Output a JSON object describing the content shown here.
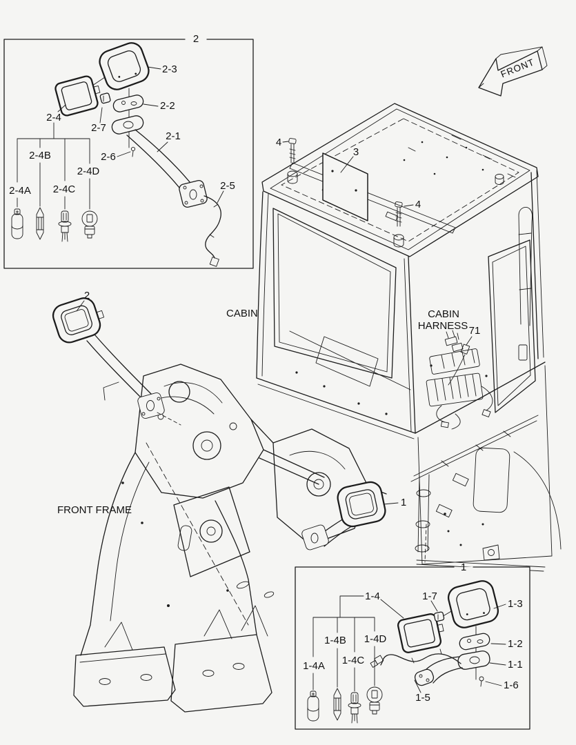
{
  "colors": {
    "background": "#f5f5f3",
    "line": "#1c1c1c",
    "text": "#111111"
  },
  "labels": {
    "front_arrow": "FRONT",
    "cabin": "CABIN",
    "cabin_harness_line1": "CABIN",
    "cabin_harness_line2": "HARNESS",
    "harness_callout": "71",
    "front_frame": "FRONT FRAME",
    "roof_panel": "3",
    "roof_bolt_a": "4",
    "roof_bolt_b": "4",
    "lamp2_installed": "2",
    "lamp1_installed": "1"
  },
  "box2": {
    "title": "2",
    "parts": {
      "bezel": "2-3",
      "plate": "2-2",
      "lamp": "2-4",
      "knob": "2-7",
      "bracket": "2-1",
      "screw": "2-6",
      "harness": "2-5"
    },
    "bulbs": [
      "2-4A",
      "2-4B",
      "2-4C",
      "2-4D"
    ]
  },
  "box1": {
    "title": "1",
    "parts": {
      "lamp": "1-4",
      "knob": "1-7",
      "bezel": "1-3",
      "plate": "1-2",
      "bracket": "1-1",
      "screw": "1-6",
      "harness": "1-5"
    },
    "bulbs": [
      "1-4A",
      "1-4B",
      "1-4C",
      "1-4D"
    ]
  }
}
